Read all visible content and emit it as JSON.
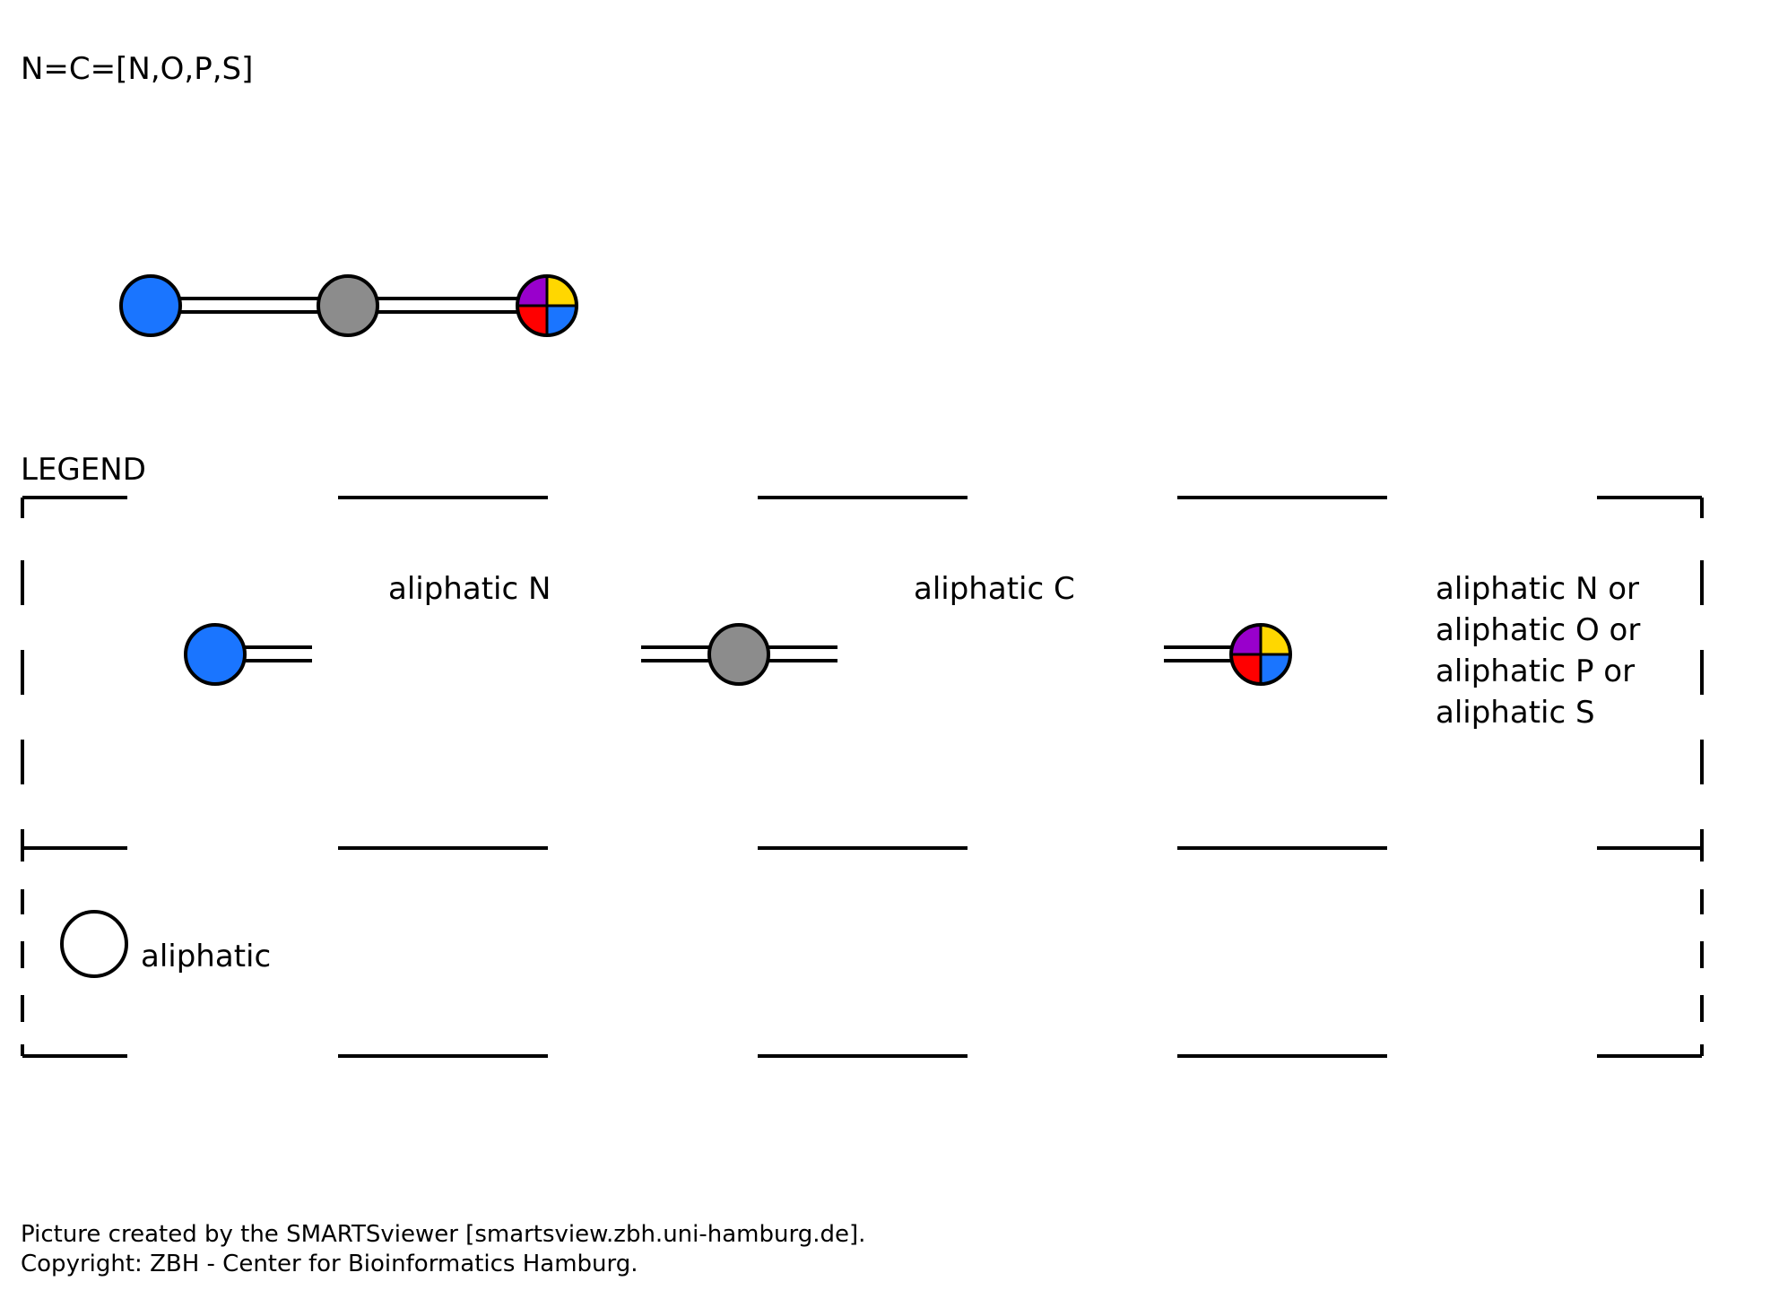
{
  "smarts": "N=C=[N,O,P,S]",
  "legend": {
    "title": "LEGEND",
    "entries": [
      {
        "lines": [
          "aliphatic N"
        ]
      },
      {
        "lines": [
          "aliphatic C"
        ]
      },
      {
        "lines": [
          "aliphatic N or",
          "aliphatic O or",
          "aliphatic P or",
          "aliphatic S"
        ]
      }
    ],
    "key_label": "aliphatic"
  },
  "colors": {
    "nitrogen": "#1a75ff",
    "carbon": "#8c8c8c",
    "phosphorus": "#9900cc",
    "sulfur": "#ffd700",
    "oxygen": "#ff0000"
  },
  "footer": {
    "line1": "Picture created by the SMARTSviewer [smartsview.zbh.uni-hamburg.de].",
    "line2": "Copyright: ZBH - Center for Bioinformatics Hamburg."
  }
}
